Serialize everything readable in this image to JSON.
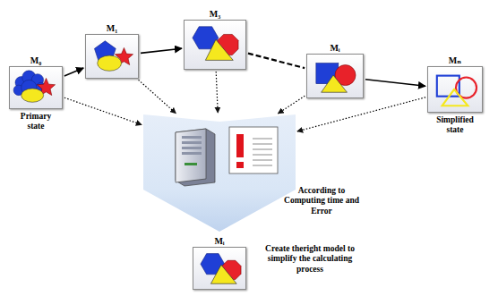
{
  "diagram": {
    "nodes": [
      {
        "text": [
          "M₀",
          "Primary state"
        ]
      },
      {
        "text": [
          "M₁"
        ]
      },
      {
        "text": [
          "M₃"
        ]
      },
      {
        "text": [
          "Mᵢ"
        ]
      },
      {
        "text": [
          "Mₙ",
          "Simplified state"
        ]
      },
      {
        "text": [
          "According to Computing time and Error"
        ]
      },
      {
        "text": [
          "Mᵢ",
          "Create theright model to simplify the calculating process"
        ]
      }
    ],
    "edges": [
      {
        "from": 0,
        "to": 1,
        "arrow": "to"
      },
      {
        "from": 1,
        "to": 2,
        "arrow": "to"
      },
      {
        "from": 2,
        "to": 3,
        "arrow": "none"
      },
      {
        "from": 3,
        "to": 4,
        "arrow": "to"
      },
      {
        "from": 0,
        "to": 5,
        "arrow": "to"
      },
      {
        "from": 1,
        "to": 5,
        "arrow": "to"
      },
      {
        "from": 2,
        "to": 5,
        "arrow": "to"
      },
      {
        "from": 3,
        "to": 5,
        "arrow": "to"
      },
      {
        "from": 4,
        "to": 5,
        "arrow": "to"
      },
      {
        "from": 5,
        "to": 6,
        "arrow": "to"
      }
    ]
  }
}
